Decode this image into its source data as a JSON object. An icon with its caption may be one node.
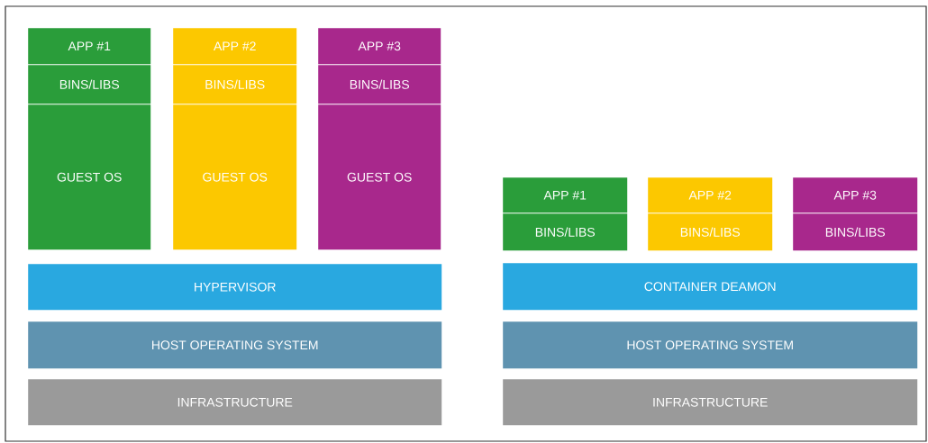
{
  "diagram": {
    "nodes": [
      {
        "text": [
          "APP #1"
        ]
      },
      {
        "text": [
          "BINS/LIBS"
        ]
      },
      {
        "text": [
          "GUEST OS"
        ]
      },
      {
        "text": [
          "APP #2"
        ]
      },
      {
        "text": [
          "BINS/LIBS"
        ]
      },
      {
        "text": [
          "GUEST OS"
        ]
      },
      {
        "text": [
          "APP #3"
        ]
      },
      {
        "text": [
          "BINS/LIBS"
        ]
      },
      {
        "text": [
          "GUEST OS"
        ]
      },
      {
        "text": [
          "HYPERVISOR"
        ]
      },
      {
        "text": [
          "HOST OPERATING SYSTEM"
        ]
      },
      {
        "text": [
          "INFRASTRUCTURE"
        ]
      },
      {
        "text": [
          "APP #1"
        ]
      },
      {
        "text": [
          "BINS/LIBS"
        ]
      },
      {
        "text": [
          "APP #2"
        ]
      },
      {
        "text": [
          "BINS/LIBS"
        ]
      },
      {
        "text": [
          "APP #3"
        ]
      },
      {
        "text": [
          "BINS/LIBS"
        ]
      },
      {
        "text": [
          "CONTAINER DEAMON"
        ]
      },
      {
        "text": [
          "HOST OPERATING SYSTEM"
        ]
      },
      {
        "text": [
          "INFRASTRUCTURE"
        ]
      }
    ]
  }
}
